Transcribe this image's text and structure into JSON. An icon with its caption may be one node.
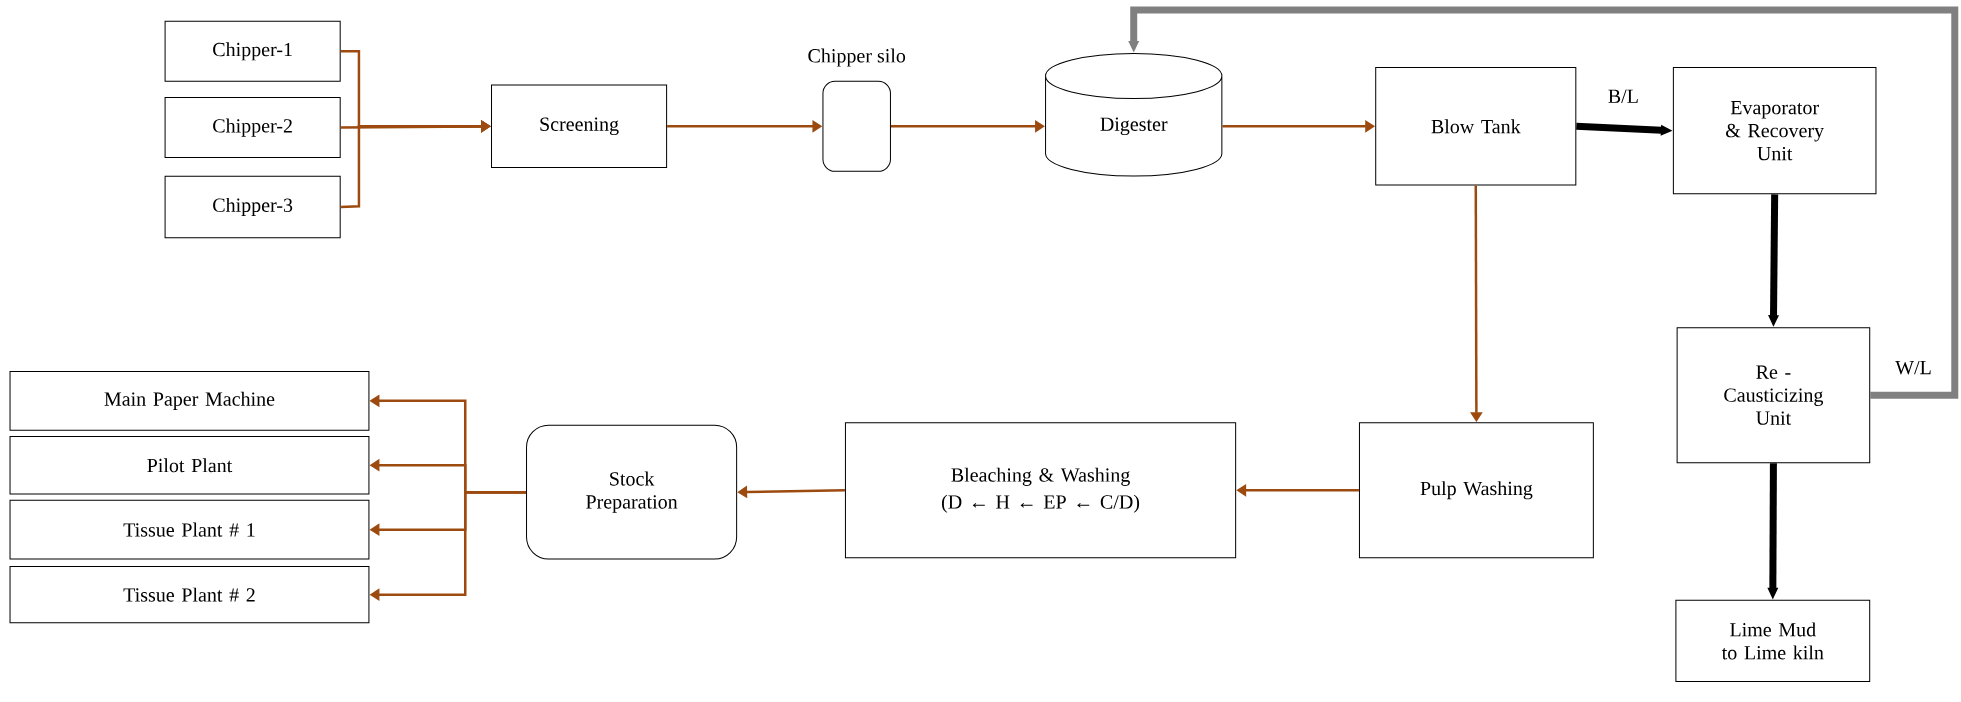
{
  "diagram": {
    "nodes": [
      {
        "text": [
          "Chipper-1"
        ]
      },
      {
        "text": [
          "Chipper-2"
        ]
      },
      {
        "text": [
          "Chipper-3"
        ]
      },
      {
        "text": [
          "Screening"
        ]
      },
      {
        "text": [
          "Chipper silo"
        ]
      },
      {
        "text": [
          "Digester"
        ]
      },
      {
        "text": [
          "Blow Tank"
        ]
      },
      {
        "text": [
          "Evaporator & Recovery Unit"
        ]
      },
      {
        "text": [
          "Re - Causticizing Unit"
        ]
      },
      {
        "text": [
          "Lime Mud to Lime kiln"
        ]
      },
      {
        "text": [
          "Pulp Washing"
        ]
      },
      {
        "text": [
          "Bleaching & Washing",
          "(D ← H ← EP ← C/D)"
        ]
      },
      {
        "text": [
          "Stock Preparation"
        ]
      },
      {
        "text": [
          "Main Paper Machine"
        ]
      },
      {
        "text": [
          "Pilot Plant"
        ]
      },
      {
        "text": [
          "Tissue Plant # 1"
        ]
      },
      {
        "text": [
          "Tissue Plant # 2"
        ]
      }
    ],
    "edges": [
      {
        "from": 0,
        "to": 3,
        "arrow": "to"
      },
      {
        "from": 1,
        "to": 3,
        "arrow": "to"
      },
      {
        "from": 2,
        "to": 3,
        "arrow": "to"
      },
      {
        "from": 3,
        "to": 4,
        "arrow": "to"
      },
      {
        "from": 4,
        "to": 5,
        "arrow": "to"
      },
      {
        "from": 5,
        "to": 6,
        "arrow": "to"
      },
      {
        "from": 6,
        "to": 7,
        "arrow": "to",
        "label": "B/L",
        "style": "thick",
        "color": "#000000"
      },
      {
        "from": 7,
        "to": 8,
        "arrow": "to",
        "style": "thick",
        "color": "#000000"
      },
      {
        "from": 8,
        "to": 9,
        "arrow": "to",
        "style": "thick",
        "color": "#000000"
      },
      {
        "from": 8,
        "to": 5,
        "arrow": "to",
        "label": "W/L",
        "style": "thick",
        "color": "#808080"
      },
      {
        "from": 6,
        "to": 10,
        "arrow": "to"
      },
      {
        "from": 10,
        "to": 11,
        "arrow": "to"
      },
      {
        "from": 11,
        "to": 12,
        "arrow": "to"
      },
      {
        "from": 12,
        "to": 13,
        "arrow": "to"
      },
      {
        "from": 12,
        "to": 14,
        "arrow": "to"
      },
      {
        "from": 12,
        "to": 15,
        "arrow": "to"
      },
      {
        "from": 12,
        "to": 16,
        "arrow": "to"
      }
    ]
  }
}
